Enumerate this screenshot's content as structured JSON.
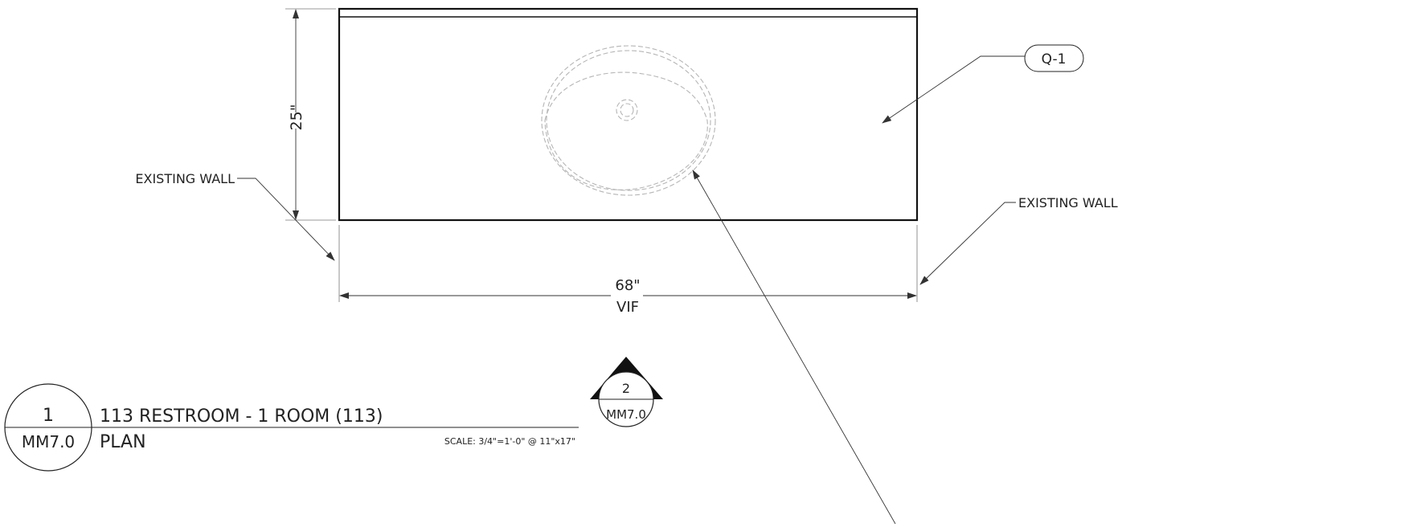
{
  "dimensions": {
    "depth": "25\"",
    "width": "68\"",
    "width_note": "VIF"
  },
  "labels": {
    "existing_wall_left": "EXISTING WALL",
    "existing_wall_right": "EXISTING WALL",
    "material_tag": "Q-1"
  },
  "section_marker": {
    "number": "2",
    "sheet": "MM7.0"
  },
  "title_block": {
    "view_number": "1",
    "sheet": "MM7.0",
    "title": "113 RESTROOM - 1 ROOM (113)",
    "subtitle": "PLAN",
    "scale": "SCALE: 3/4\"=1'-0\" @ 11\"x17\""
  },
  "colors": {
    "line": "#222222",
    "hidden_line": "#b5b5b5"
  }
}
